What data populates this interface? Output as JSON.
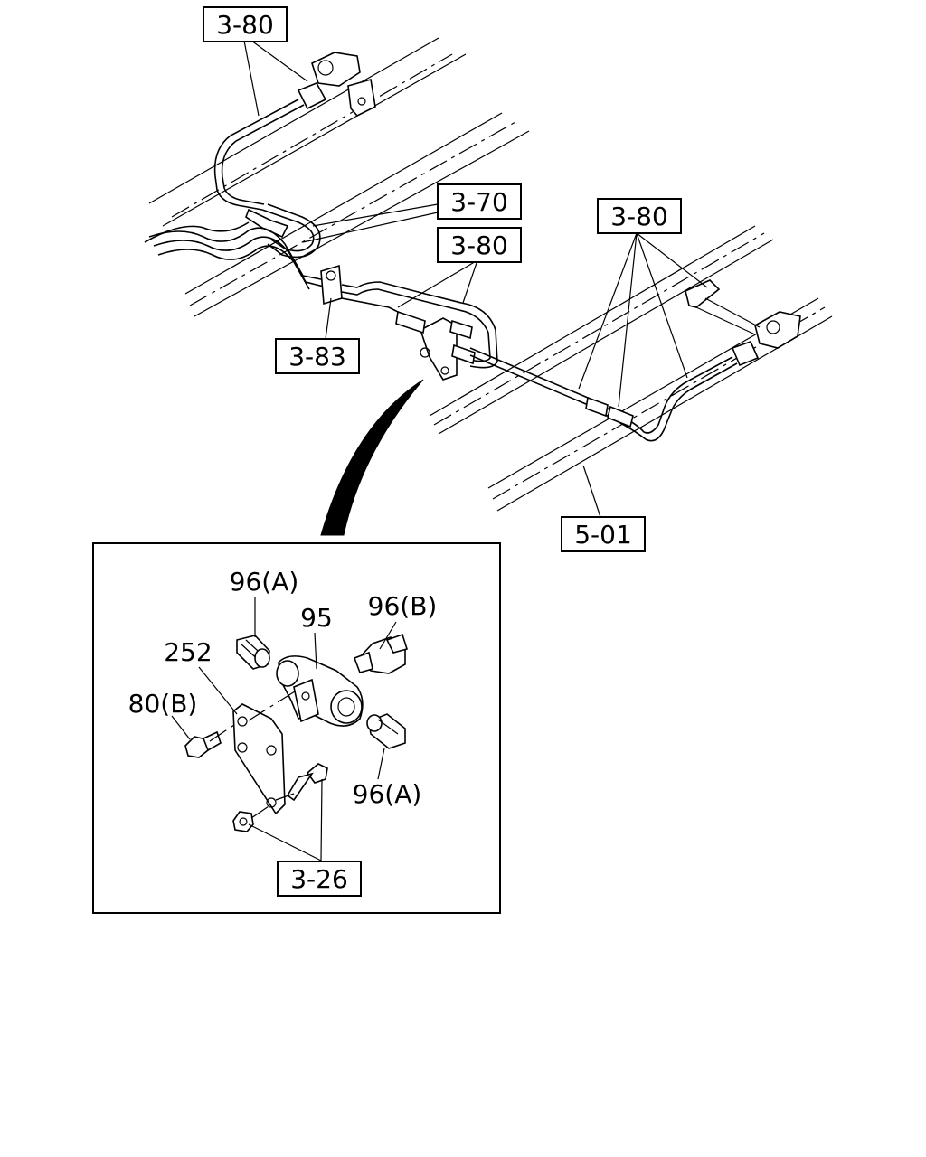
{
  "ref_labels": {
    "top_left": "3-80",
    "pipe_mid": "3-70",
    "junction": "3-80",
    "right": "3-80",
    "clip": "3-83",
    "frame": "5-01",
    "fasteners": "3-26"
  },
  "part_labels": {
    "fitting_a_top": "96(A)",
    "valve": "95",
    "fitting_b": "96(B)",
    "bracket": "252",
    "bolt": "80(B)",
    "fitting_a_bottom": "96(A)"
  }
}
